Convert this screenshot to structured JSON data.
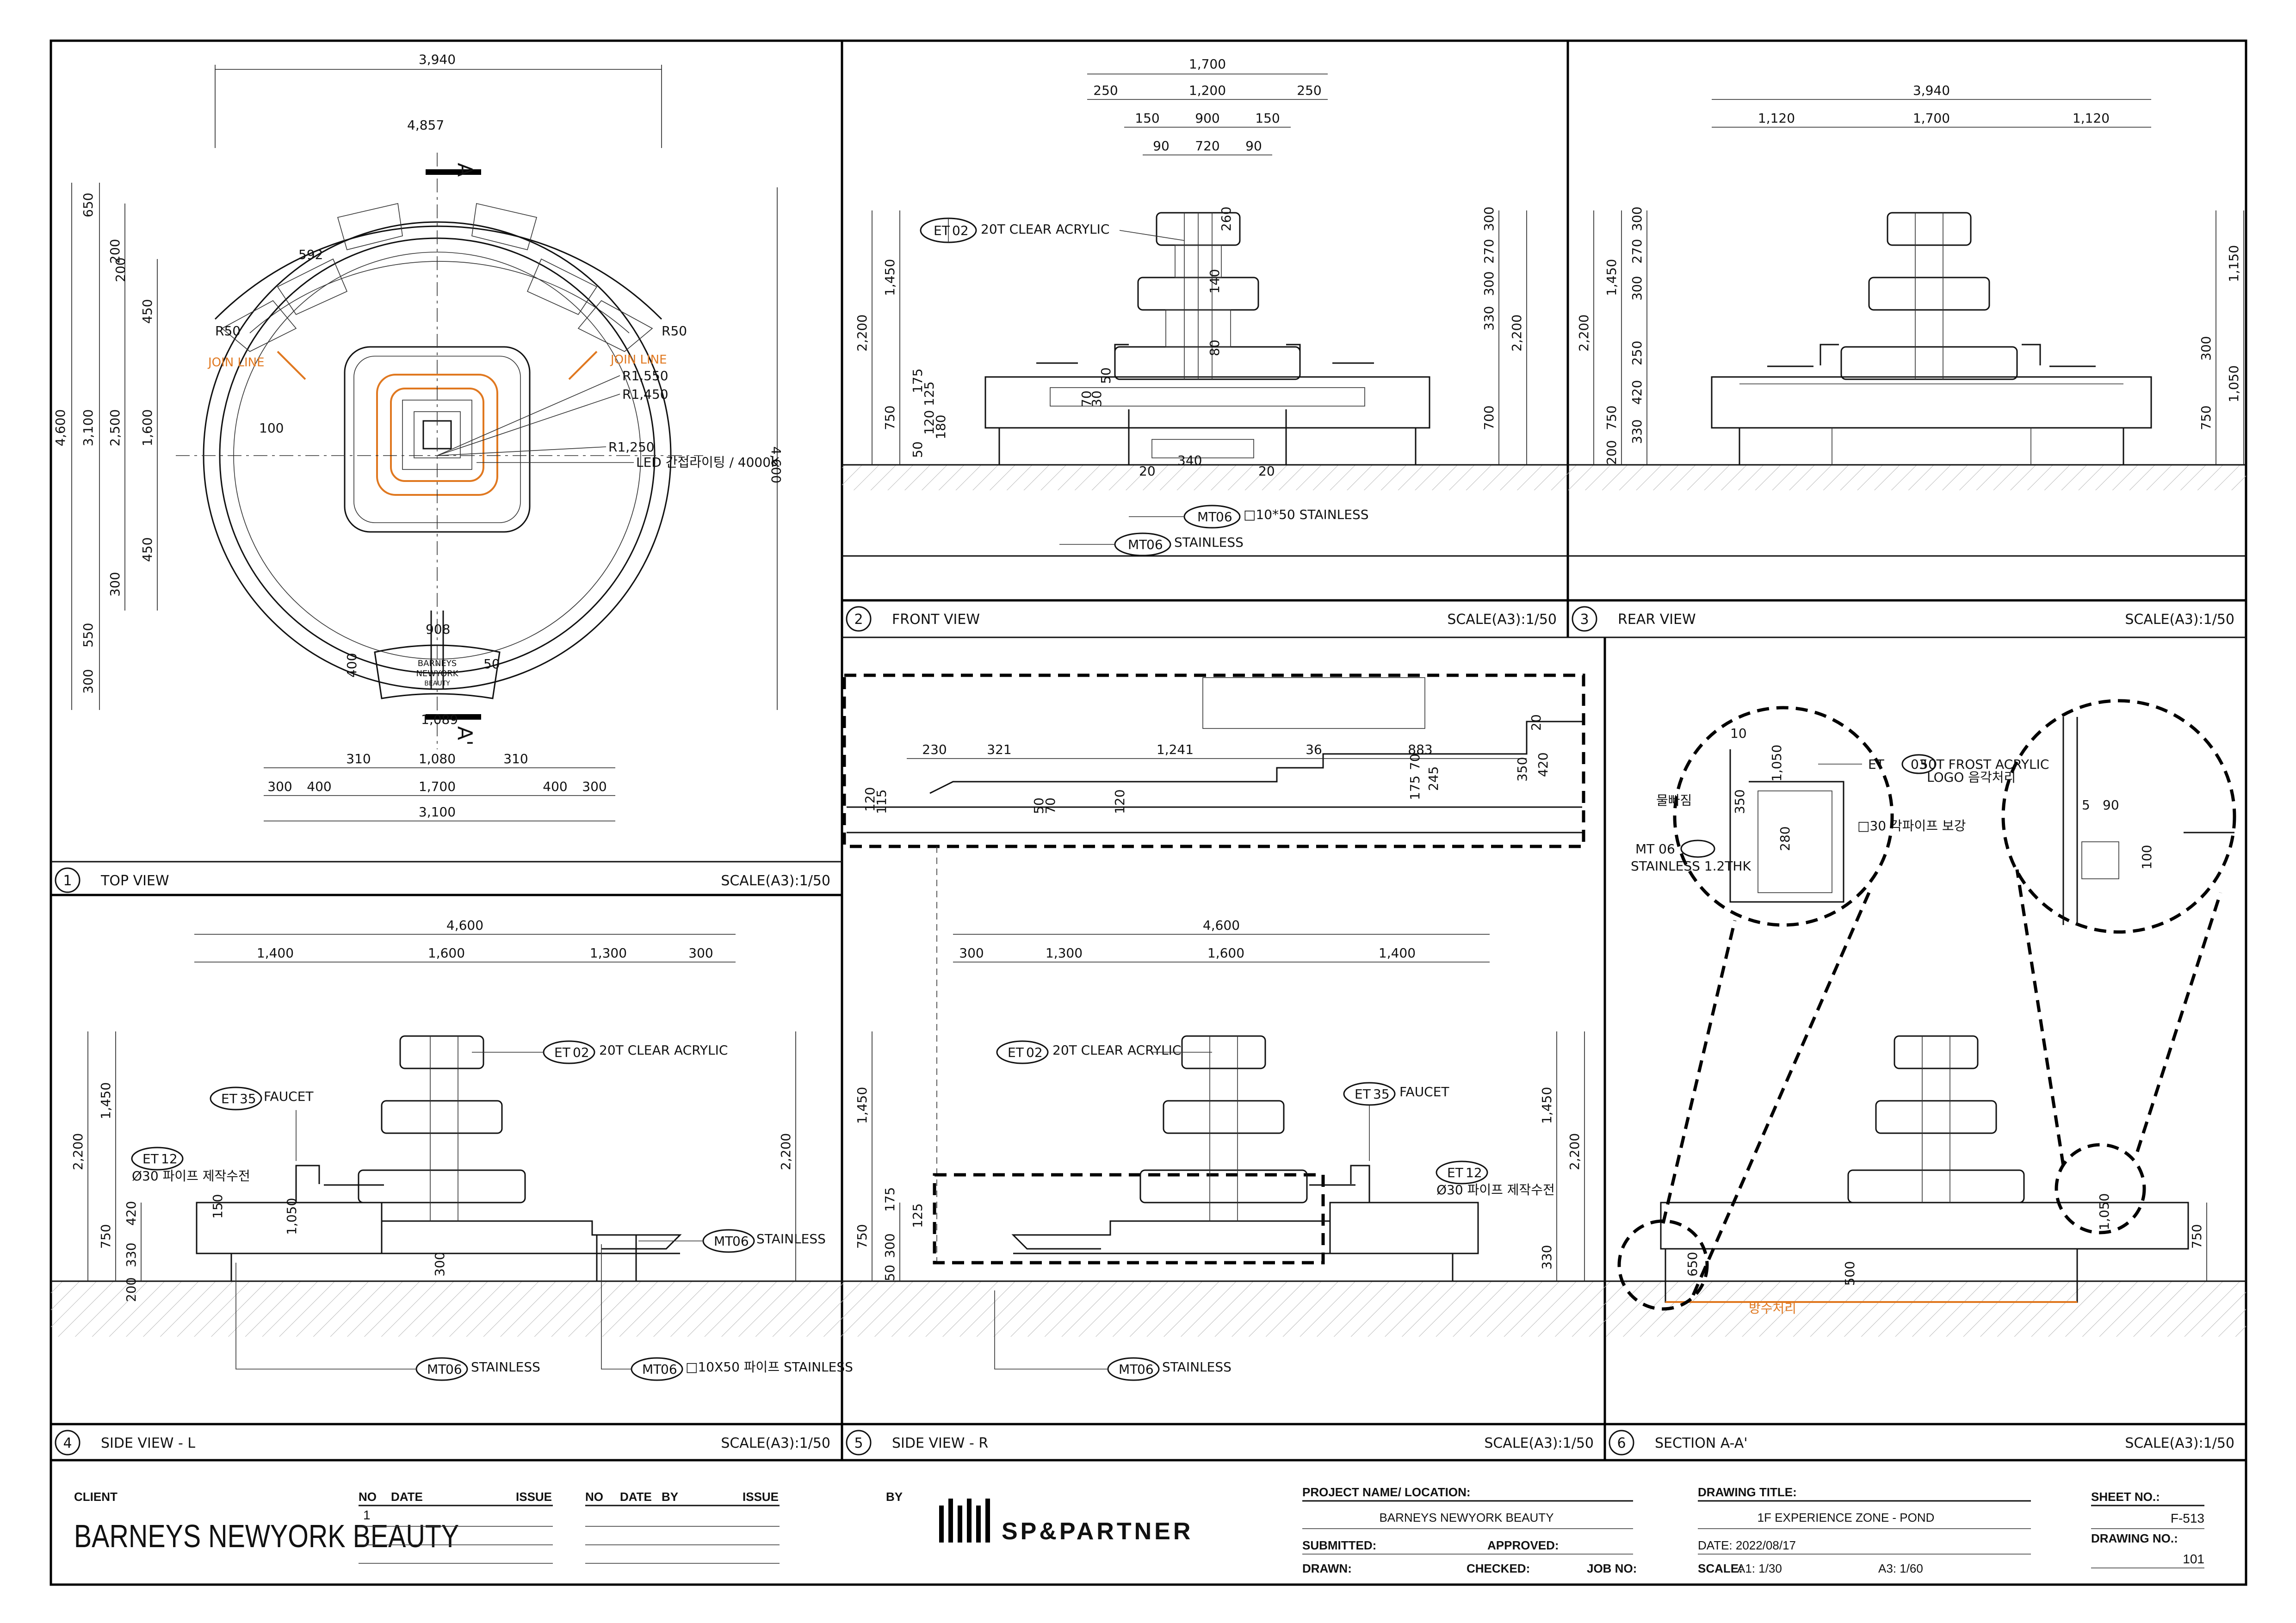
{
  "views": [
    {
      "no": "1",
      "title": "TOP VIEW",
      "scale": "SCALE(A3):1/50"
    },
    {
      "no": "2",
      "title": "FRONT VIEW",
      "scale": "SCALE(A3):1/50"
    },
    {
      "no": "3",
      "title": "REAR VIEW",
      "scale": "SCALE(A3):1/50"
    },
    {
      "no": "4",
      "title": "SIDE VIEW - L",
      "scale": "SCALE(A3):1/50"
    },
    {
      "no": "5",
      "title": "SIDE VIEW - R",
      "scale": "SCALE(A3):1/50"
    },
    {
      "no": "6",
      "title": "SECTION A-A'",
      "scale": "SCALE(A3):1/50"
    }
  ],
  "top_view": {
    "dims_top": [
      "3,940",
      "4,857"
    ],
    "dims_left": [
      "650",
      "200",
      "200",
      "450",
      "3,100",
      "1,600",
      "2,500",
      "450",
      "300",
      "550",
      "300",
      "4,600"
    ],
    "dims_right": [
      "4,600"
    ],
    "dims_bottom_row1": [
      "310",
      "1,080",
      "310"
    ],
    "dims_bottom_row2": [
      "300",
      "400",
      "1,700",
      "400",
      "300"
    ],
    "dims_bottom_row3": [
      "3,100"
    ],
    "radii": [
      "R50",
      "R50",
      "R1,550",
      "R1,450",
      "R1,250"
    ],
    "misc": [
      "592",
      "100",
      "908",
      "1,089",
      "400",
      "50"
    ],
    "join_line": "JOIN LINE",
    "led": "LED 간접라이팅 / 4000K",
    "section_mark": "A",
    "section_mark2": "A'",
    "sign_line1": "BARNEYS",
    "sign_line2": "NEWYORK",
    "sign_line3": "BEAUTY"
  },
  "front_view": {
    "dims_top": [
      "1,700",
      "250",
      "1,200",
      "250",
      "150",
      "900",
      "150",
      "90",
      "720",
      "90"
    ],
    "dims_left": [
      "2,200",
      "1,450",
      "750",
      "175",
      "125",
      "120",
      "180",
      "50"
    ],
    "dims_right": [
      "300",
      "270",
      "300",
      "330",
      "2,200",
      "700"
    ],
    "inner": [
      "260",
      "140",
      "80",
      "70",
      "30",
      "50",
      "20",
      "340",
      "20"
    ],
    "callout_et02_code": "ET",
    "callout_et02_num": "02",
    "callout_et02_text": "20T CLEAR ACRYLIC",
    "callout_mt06a_code": "MT",
    "callout_mt06a_num": "06",
    "callout_mt06a_text": "□10*50 STAINLESS",
    "callout_mt06b_code": "MT",
    "callout_mt06b_num": "06",
    "callout_mt06b_text": "STAINLESS"
  },
  "rear_view": {
    "dims_top": [
      "3,940",
      "1,120",
      "1,700",
      "1,120"
    ],
    "dims_left": [
      "2,200",
      "1,450",
      "300",
      "270",
      "300",
      "250",
      "420",
      "750",
      "330",
      "200"
    ],
    "dims_right": [
      "1,150",
      "300",
      "1,050",
      "750"
    ]
  },
  "detail_strip": {
    "dims": [
      "230",
      "321",
      "1,241",
      "36",
      "883",
      "70",
      "245",
      "175",
      "350",
      "420",
      "20",
      "120",
      "115",
      "50",
      "70",
      "120"
    ]
  },
  "side_l": {
    "dims_top": [
      "4,600",
      "1,400",
      "1,600",
      "1,300",
      "300"
    ],
    "dims_left": [
      "2,200",
      "1,450",
      "750",
      "420",
      "330",
      "200"
    ],
    "dims_right": [
      "2,200"
    ],
    "inner": [
      "150",
      "1,050",
      "300"
    ],
    "et02_code": "ET",
    "et02_num": "02",
    "et02_text": "20T CLEAR ACRYLIC",
    "et35_code": "ET",
    "et35_num": "35",
    "et35_text": "FAUCET",
    "et12_code": "ET",
    "et12_num": "12",
    "et12_text": "Ø30 파이프 제작수전",
    "mt06a_code": "MT",
    "mt06a_num": "06",
    "mt06a_text": "STAINLESS",
    "mt06b_code": "MT",
    "mt06b_num": "06",
    "mt06b_text": "STAINLESS",
    "mt06c_code": "MT",
    "mt06c_num": "06",
    "mt06c_text": "□10X50 파이프 STAINLESS"
  },
  "side_r": {
    "dims_top": [
      "4,600",
      "300",
      "1,300",
      "1,600",
      "1,400"
    ],
    "dims_left": [
      "1,450",
      "750",
      "175",
      "125",
      "300",
      "50"
    ],
    "dims_right": [
      "1,450",
      "2,200",
      "330"
    ],
    "et02_code": "ET",
    "et02_num": "02",
    "et02_text": "20T CLEAR ACRYLIC",
    "et35_code": "ET",
    "et35_num": "35",
    "et35_text": "FAUCET",
    "et12_code": "ET",
    "et12_num": "12",
    "et12_text": "Ø30 파이프 제작수전",
    "mt06_code": "MT",
    "mt06_num": "06",
    "mt06_text": "STAINLESS"
  },
  "section": {
    "dims_right": [
      "750"
    ],
    "inner": [
      "650",
      "500",
      "1,050"
    ],
    "waterproof": "방수처리",
    "detail_a": {
      "dims": [
        "10",
        "350",
        "280",
        "1,050"
      ],
      "drain": "물빠짐",
      "et03_code": "ET",
      "et03_num": "03",
      "et03_line1": "50T FROST ACRYLIC",
      "et03_line2": "LOGO 음각처리",
      "pipe": "□30 각파이프 보강",
      "mt06_code": "MT 06",
      "mt06_text": "STAINLESS 1.2THK"
    },
    "detail_b": {
      "dims": [
        "5",
        "90",
        "100"
      ]
    }
  },
  "title_block": {
    "client_label": "CLIENT",
    "client": "BARNEYS NEWYORK BEAUTY",
    "rev_cols_1": [
      "NO",
      "DATE",
      "ISSUE"
    ],
    "rev_row_1": "1",
    "rev_cols_2": [
      "NO",
      "DATE",
      "BY",
      "ISSUE"
    ],
    "by_label": "BY",
    "firm": "SP&PARTNER",
    "project_label": "PROJECT NAME/ LOCATION:",
    "project": "BARNEYS NEWYORK BEAUTY",
    "submitted": "SUBMITTED:",
    "approved": "APPROVED:",
    "drawn": "DRAWN:",
    "checked": "CHECKED:",
    "job_no": "JOB NO:",
    "drawing_title_label": "DRAWING TITLE:",
    "drawing_title": "1F  EXPERIENCE ZONE - POND",
    "date": "DATE: 2022/08/17",
    "scale_label": "SCALE:",
    "scale_a1": "A1: 1/30",
    "scale_a3": "A3: 1/60",
    "sheet_label": "SHEET NO.:",
    "sheet_no": "F-513",
    "drawing_no_label": "DRAWING NO.:",
    "drawing_no": "101"
  }
}
